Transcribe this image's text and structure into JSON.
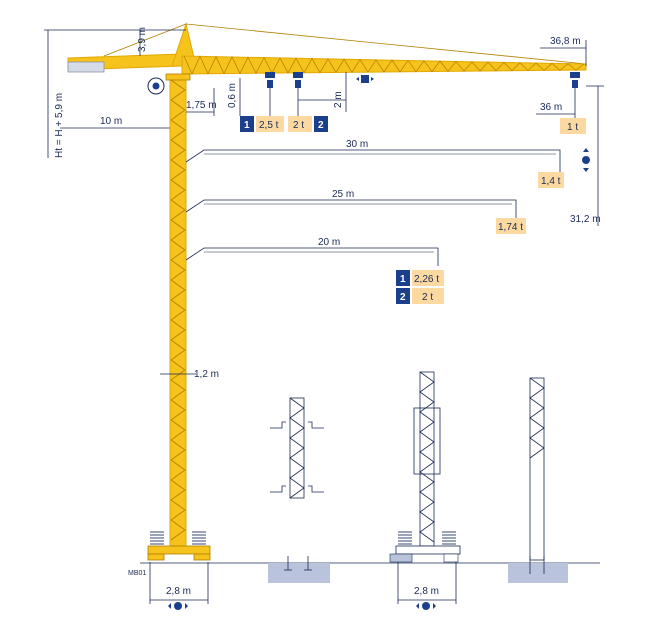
{
  "dimensions": {
    "jib_length_top": "36,8 m",
    "jib_reach": "36 m",
    "height_total": "Ht = H + 5,9 m",
    "head_height": "3,9 m",
    "counter_jib": "10 m",
    "offset_a": "1,75 m",
    "offset_b": "0,6 m",
    "trolley_gap": "2 m",
    "right_height": "31,2 m",
    "mast_width": "1,2 m",
    "base_left": "2,8 m",
    "base_right": "2,8 m"
  },
  "model_label": "MB01",
  "load_curves": [
    {
      "radius": "30 m",
      "load": "1,4 t"
    },
    {
      "radius": "25 m",
      "load": "1,74 t"
    },
    {
      "radius": "20 m",
      "load": ""
    }
  ],
  "load_table_top": [
    {
      "reeving": "1",
      "load": "2,5 t"
    },
    {
      "reeving": "",
      "load": "2 t"
    },
    {
      "reeving": "2",
      "load": ""
    }
  ],
  "load_table_20m": [
    {
      "reeving": "1",
      "load": "2,26 t"
    },
    {
      "reeving": "2",
      "load": "2 t"
    }
  ],
  "tip_load": "1 t",
  "colors": {
    "mast": "#f6c21c",
    "dim": "#1a2a55",
    "badge": "#1b3f8b",
    "tag": "#fbd9a0"
  }
}
